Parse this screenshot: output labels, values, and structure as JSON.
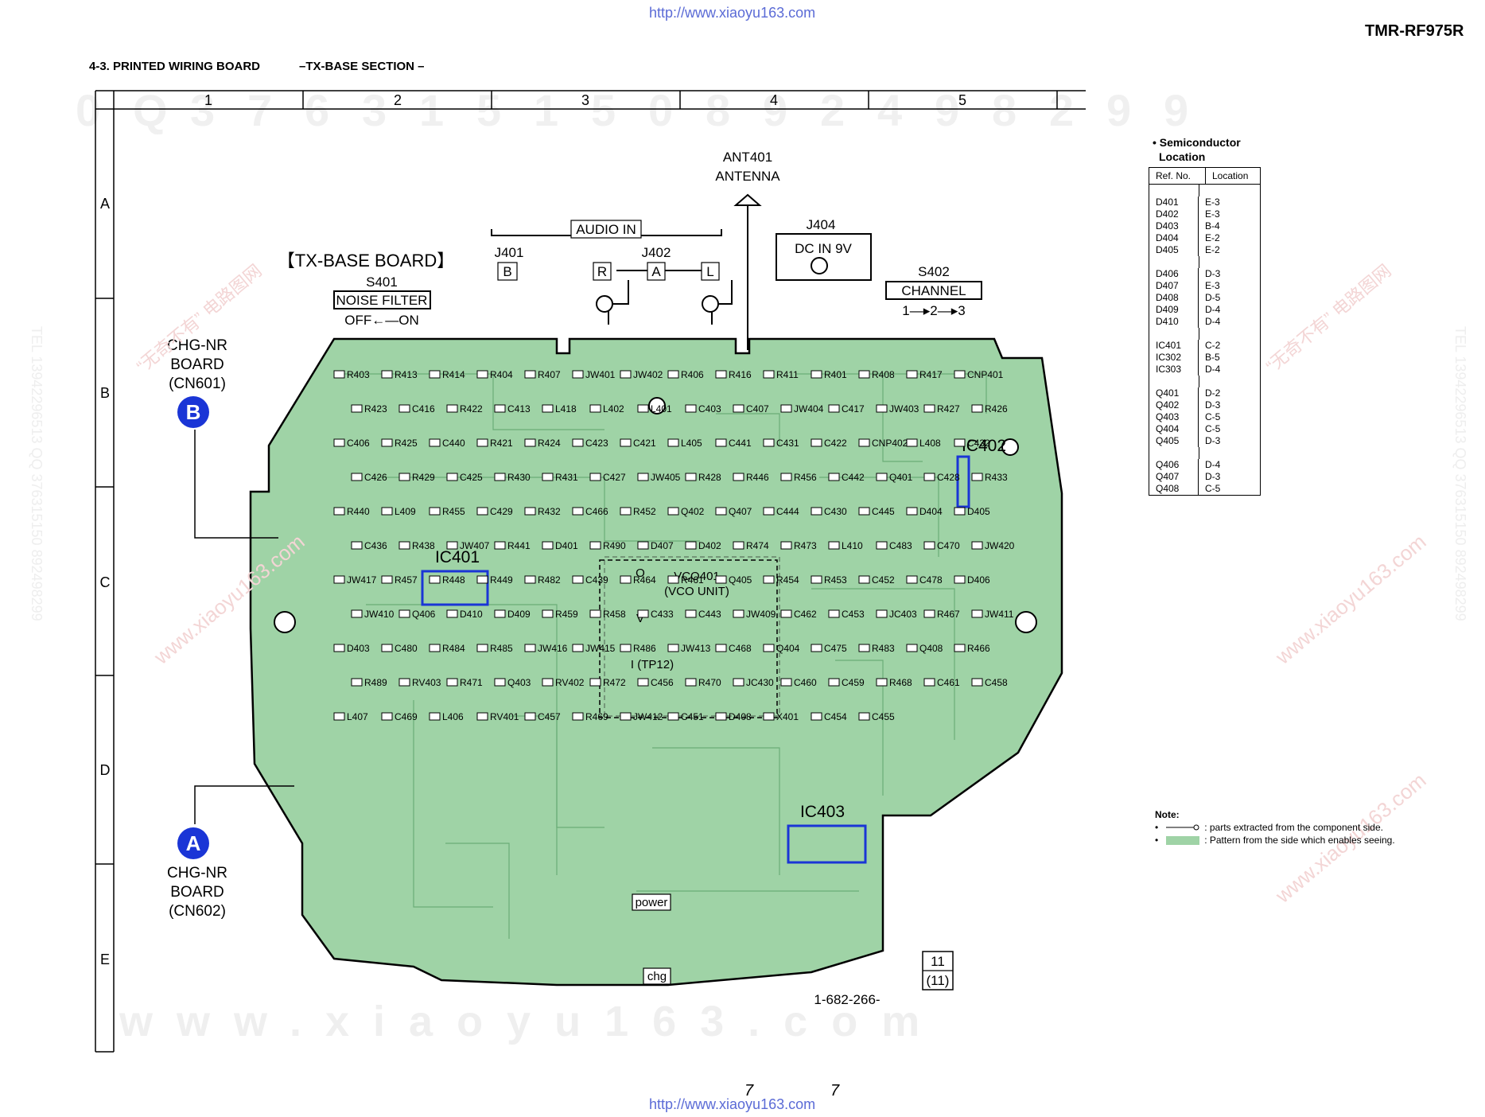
{
  "header": {
    "url_top": "http://www.xiaoyu163.com",
    "model": "TMR-RF975R",
    "section_number": "4-3. PRINTED WIRING BOARD",
    "section_name": "–TX-BASE SECTION –"
  },
  "grid": {
    "columns": [
      "1",
      "2",
      "3",
      "4",
      "5"
    ],
    "rows": [
      "A",
      "B",
      "C",
      "D",
      "E"
    ],
    "watermark_digits": [
      "0",
      "Q",
      "3",
      "7",
      "6",
      "3",
      "1",
      "5",
      "1",
      "5",
      "0",
      "8",
      "9",
      "2",
      "4",
      "9",
      "8",
      "2",
      "9",
      "9"
    ]
  },
  "board": {
    "title": "【TX-BASE BOARD】",
    "part_number": "1-682-266-",
    "page_box": [
      "11",
      "(11)"
    ],
    "fill_color": "#9fd3a6",
    "outline_color": "#000000"
  },
  "connectors": {
    "chg_nr_b": {
      "lines": [
        "CHG-NR",
        "BOARD",
        "(CN601)"
      ],
      "badge": "B"
    },
    "chg_nr_a": {
      "lines": [
        "CHG-NR",
        "BOARD",
        "(CN602)"
      ],
      "badge": "A"
    },
    "badge_color": "#1a35d6"
  },
  "controls": {
    "s401": {
      "ref": "S401",
      "label": "NOISE FILTER",
      "state": "OFF←—ON"
    },
    "audio_in": "AUDIO IN",
    "j401": {
      "ref": "J401",
      "pin": "B"
    },
    "j402": {
      "ref": "J402",
      "pins": [
        "R",
        "A",
        "L"
      ]
    },
    "ant401": {
      "ref": "ANT401",
      "name": "ANTENNA"
    },
    "j404": {
      "ref": "J404",
      "label": "DC  IN  9V"
    },
    "s402": {
      "ref": "S402",
      "label": "CHANNEL",
      "state": "1—▸2—▸3"
    }
  },
  "ic_labels": {
    "ic401": "IC401",
    "ic402": "IC402",
    "ic403": "IC403",
    "ic_highlight_color": "#1a35d6"
  },
  "vco": {
    "ref": "VCO401",
    "name": "(VCO UNIT)",
    "pins": [
      "O",
      "V",
      "I (TP12)"
    ]
  },
  "indicators": {
    "power": "power",
    "chg": "chg"
  },
  "component_labels": [
    "R403",
    "R413",
    "R414",
    "R404",
    "R407",
    "JW401",
    "JW402",
    "R406",
    "R416",
    "R411",
    "R401",
    "R408",
    "R417",
    "CNP401",
    "R423",
    "C416",
    "R422",
    "C413",
    "L418",
    "L402",
    "L401",
    "C403",
    "C407",
    "JW404",
    "C417",
    "JW403",
    "R427",
    "R426",
    "C406",
    "R425",
    "C440",
    "R421",
    "R424",
    "C423",
    "C421",
    "L405",
    "C441",
    "C431",
    "C422",
    "CNP402",
    "L408",
    "C432",
    "C426",
    "R429",
    "C425",
    "R430",
    "R431",
    "C427",
    "JW405",
    "R428",
    "R446",
    "R456",
    "C442",
    "Q401",
    "C428",
    "R433",
    "R440",
    "L409",
    "R455",
    "C429",
    "R432",
    "C466",
    "R452",
    "Q402",
    "Q407",
    "C444",
    "C430",
    "C445",
    "D404",
    "D405",
    "C436",
    "R438",
    "JW407",
    "R441",
    "D401",
    "R490",
    "D407",
    "D402",
    "R474",
    "R473",
    "L410",
    "C483",
    "C470",
    "JW420",
    "JW417",
    "R457",
    "R448",
    "R449",
    "R482",
    "C439",
    "R464",
    "R461",
    "Q405",
    "R454",
    "R453",
    "C452",
    "C478",
    "D406",
    "JW410",
    "Q406",
    "D410",
    "D409",
    "R459",
    "R458",
    "C433",
    "C443",
    "JW409",
    "C462",
    "C453",
    "JC403",
    "R467",
    "JW411",
    "D403",
    "C480",
    "R484",
    "R485",
    "JW416",
    "JW415",
    "R486",
    "JW413",
    "C468",
    "Q404",
    "C475",
    "R483",
    "Q408",
    "R466",
    "R489",
    "RV403",
    "R471",
    "Q403",
    "RV402",
    "R472",
    "C456",
    "R470",
    "JC430",
    "C460",
    "C459",
    "R468",
    "C461",
    "C458",
    "L407",
    "C469",
    "L406",
    "RV401",
    "C457",
    "R469",
    "JW412",
    "C451",
    "D408",
    "X401",
    "C454",
    "C455"
  ],
  "semiconductor_location": {
    "title_line1": "• Semiconductor",
    "title_line2": "Location",
    "col_ref": "Ref. No.",
    "col_loc": "Location",
    "groups": [
      [
        [
          "D401",
          "E-3"
        ],
        [
          "D402",
          "E-3"
        ],
        [
          "D403",
          "B-4"
        ],
        [
          "D404",
          "E-2"
        ],
        [
          "D405",
          "E-2"
        ]
      ],
      [
        [
          "D406",
          "D-3"
        ],
        [
          "D407",
          "E-3"
        ],
        [
          "D408",
          "D-5"
        ],
        [
          "D409",
          "D-4"
        ],
        [
          "D410",
          "D-4"
        ]
      ],
      [
        [
          "IC401",
          "C-2"
        ],
        [
          "IC302",
          "B-5"
        ],
        [
          "IC303",
          "D-4"
        ]
      ],
      [
        [
          "Q401",
          "D-2"
        ],
        [
          "Q402",
          "D-3"
        ],
        [
          "Q403",
          "C-5"
        ],
        [
          "Q404",
          "C-5"
        ],
        [
          "Q405",
          "D-3"
        ]
      ],
      [
        [
          "Q406",
          "D-4"
        ],
        [
          "Q407",
          "D-3"
        ],
        [
          "Q408",
          "C-5"
        ]
      ]
    ]
  },
  "notes": {
    "title": "Note:",
    "item1": ": parts extracted from the component side.",
    "item2": ": Pattern from the side which enables seeing."
  },
  "watermarks": {
    "bottom": "www.xiaoyu163.com",
    "site": "www.xiaoyu163.com",
    "cn": "“无奇不有” 电路图网",
    "side": "TEL 13942296513  QQ 376315150  892498299"
  },
  "footer": {
    "page_left": "7",
    "page_right": "7",
    "url_bottom": "http://www.xiaoyu163.com"
  }
}
